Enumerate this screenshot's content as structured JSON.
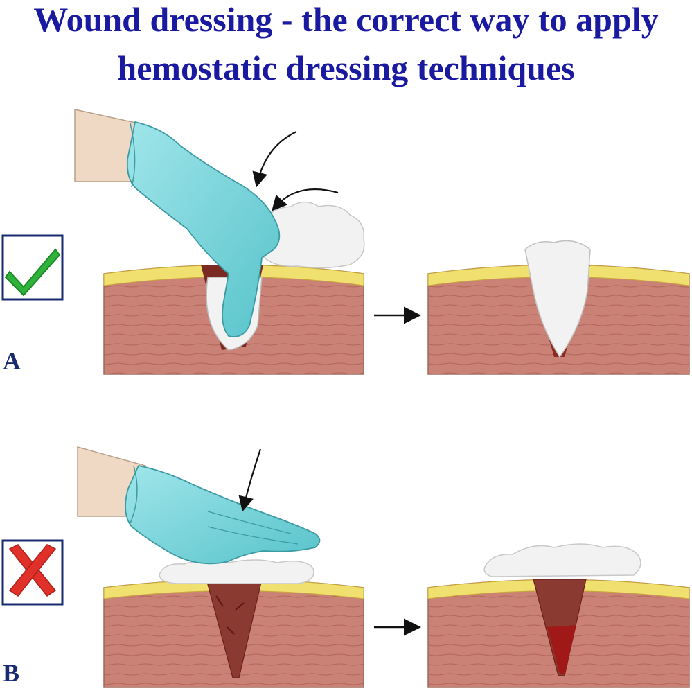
{
  "title": {
    "line1": "Wound dressing - the correct way to apply",
    "line2": "hemostatic dressing techniques"
  },
  "panels": [
    {
      "letter": "A",
      "verdict": "correct",
      "verdict_icon": "check-mark-icon",
      "verdict_color": "#2fb23a"
    },
    {
      "letter": "B",
      "verdict": "incorrect",
      "verdict_icon": "x-mark-icon",
      "verdict_color": "#e0302a"
    }
  ],
  "colors": {
    "title": "#1a1aa0",
    "box_border": "#1a2a70",
    "skin_top": "#f0e070",
    "tissue": "#c98275",
    "glove": "#7fd6dc",
    "arm": "#efd9c4",
    "gauze": "#f0f0f0",
    "blood": "#9a1a1a",
    "arrow": "#111111"
  }
}
